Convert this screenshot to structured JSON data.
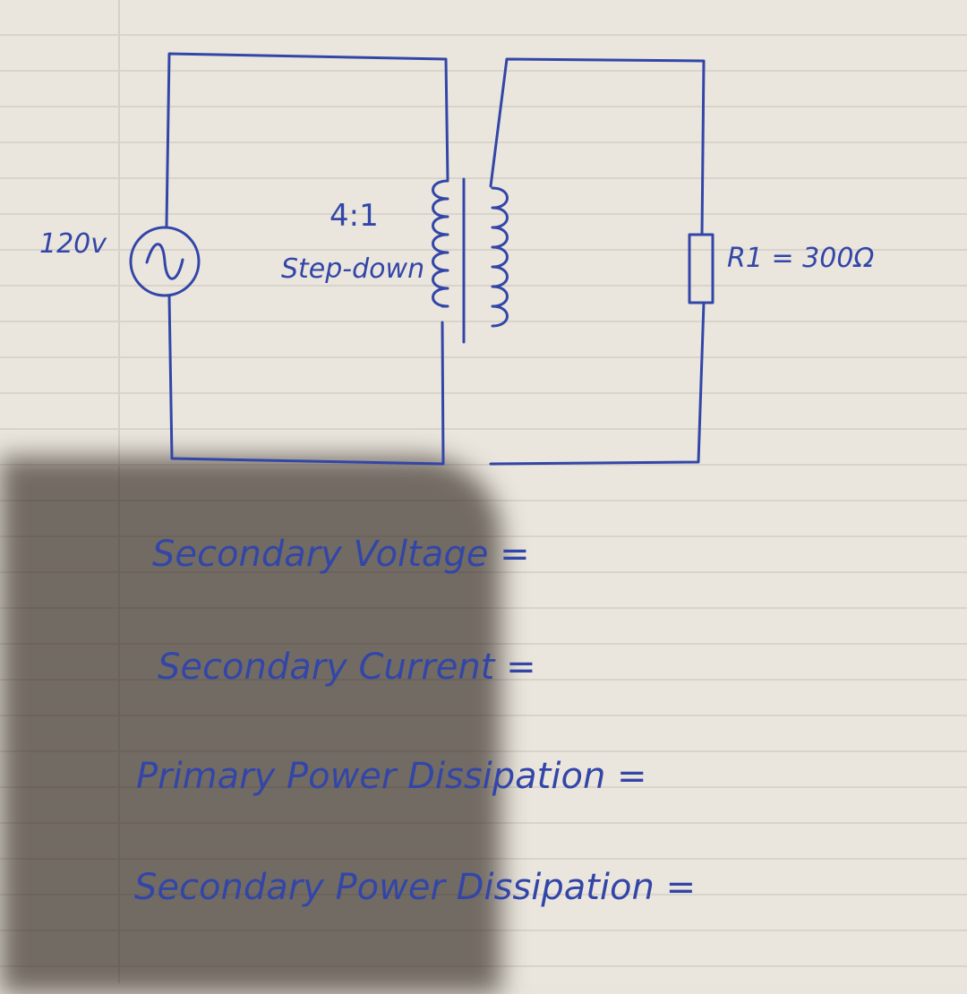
{
  "circuit": {
    "source_label": "120v",
    "ratio_label": "4:1",
    "type_label": "Step-down",
    "resistor_label": "R1 = 300Ω"
  },
  "questions": [
    "Secondary Voltage =",
    "Secondary Current =",
    "Primary Power Dissipation =",
    "Secondary Power Dissipation ="
  ],
  "colors": {
    "ink": "#3346a8",
    "paper": "#eae6dd",
    "rule": "#d9d4cb"
  }
}
